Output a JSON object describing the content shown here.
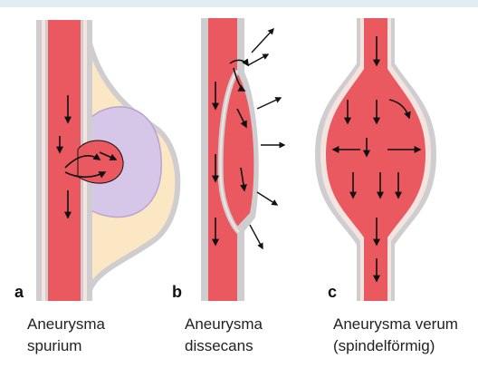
{
  "panels": [
    {
      "letter": "a",
      "caption_line1": "Aneurysma",
      "caption_line2": "spurium"
    },
    {
      "letter": "b",
      "caption_line1": "Aneurysma",
      "caption_line2": "dissecans"
    },
    {
      "letter": "c",
      "caption_line1": "Aneurysma verum",
      "caption_line2": "(spindelförmig)"
    }
  ],
  "colors": {
    "blood": "#e9595f",
    "wall": "#cfcdcf",
    "wall_inner_stripe": "#f4e4e0",
    "hematoma_outer": "#fbe7c4",
    "thrombus": "#d6c6e8",
    "arrow": "#111111",
    "frame_tint": "#e2edf3"
  },
  "icons": {
    "flow": "flow-arrow-icon",
    "leak": "blood-leak-arrow-icon"
  }
}
